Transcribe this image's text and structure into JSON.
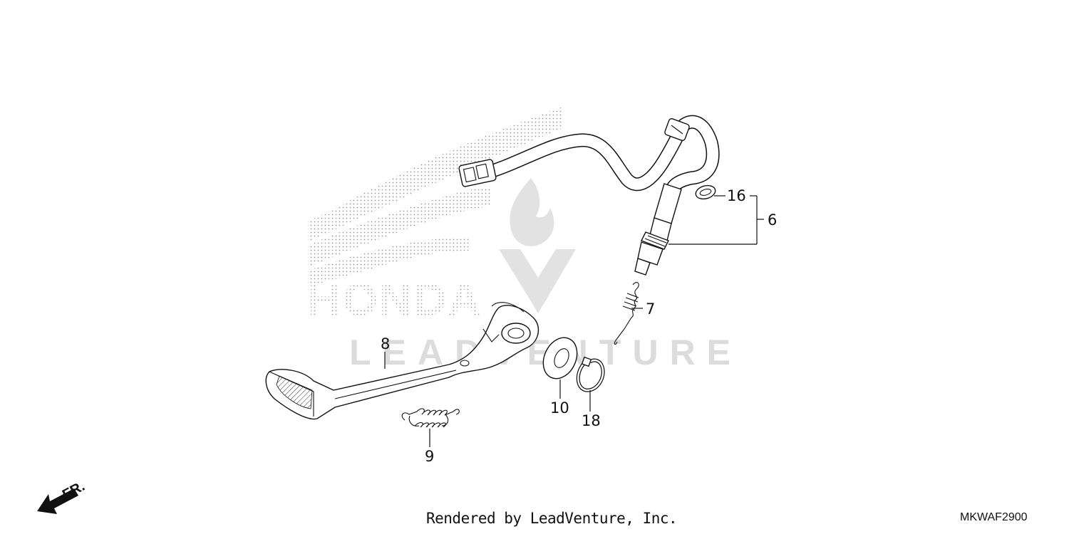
{
  "watermark": {
    "brand_text": "HONDA",
    "lead_text": "LEADVENTURE"
  },
  "callouts": {
    "c16": "16",
    "c6": "6",
    "c7": "7",
    "c8": "8",
    "c10": "10",
    "c18": "18",
    "c9": "9"
  },
  "orientation": {
    "label": "FR."
  },
  "footer": {
    "credit": "Rendered by LeadVenture, Inc.",
    "diagram_code": "MKWAF2900"
  },
  "colors": {
    "line": "#111111",
    "watermark": "#dcdcdc",
    "honda_dots": "#9a9a9a",
    "background": "#ffffff"
  }
}
